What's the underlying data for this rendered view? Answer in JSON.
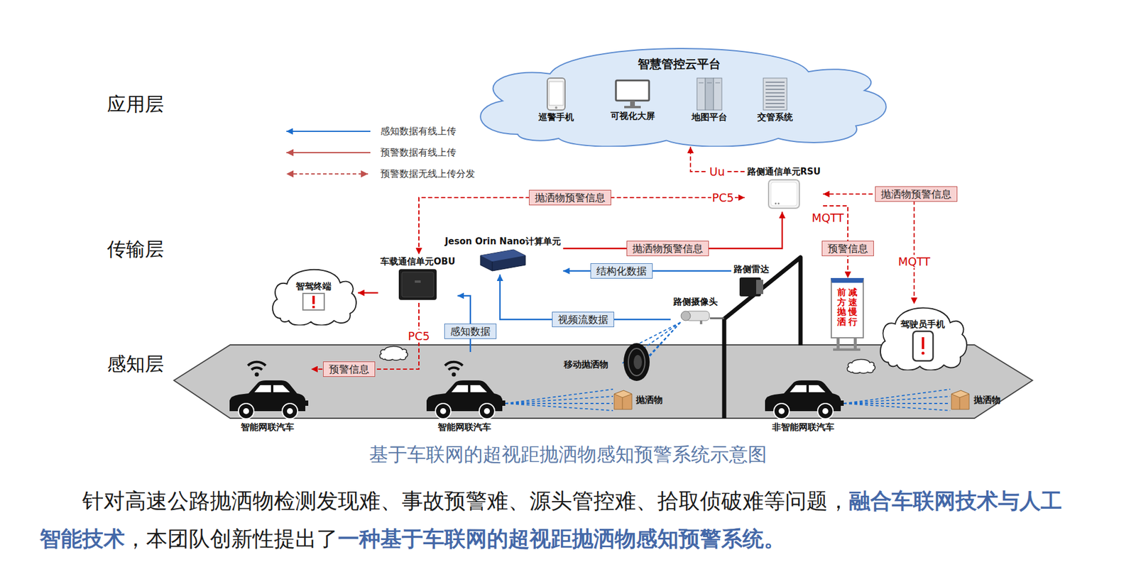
{
  "diagram": {
    "caption": "基于车联网的超视距抛洒物感知预警系统示意图",
    "nodes": [
      {
        "text": [
          "智慧管控云平台"
        ]
      },
      {
        "text": [
          "巡警手机"
        ],
        "in": 0
      },
      {
        "text": [
          "可视化大屏"
        ],
        "in": 0
      },
      {
        "text": [
          "地图平台"
        ],
        "in": 0
      },
      {
        "text": [
          "交管系统"
        ],
        "in": 0
      },
      {
        "text": [
          "路侧通信单元RSU"
        ]
      },
      {
        "text": [
          "Jeson Orin Nano计算单元"
        ]
      },
      {
        "text": [
          "车载通信单元OBU"
        ]
      },
      {
        "text": [
          "智驾终端"
        ]
      },
      {
        "text": [
          "路侧雷达"
        ]
      },
      {
        "text": [
          "路侧摄像头"
        ]
      },
      {
        "text": [
          "前方抛洒",
          "减速慢行"
        ]
      },
      {
        "text": [
          "驾驶员手机"
        ]
      },
      {
        "text": [
          "智能网联汽车"
        ]
      },
      {
        "text": [
          "智能网联汽车"
        ]
      },
      {
        "text": [
          "非智能网联汽车"
        ]
      }
    ],
    "edges": [
      {
        "from": 5,
        "to": 0,
        "arrow": "to",
        "label": "Uu"
      },
      {
        "from": 5,
        "to": 7,
        "arrow": "both",
        "label": "抛洒物预警信息"
      },
      {
        "from": 6,
        "to": 5,
        "arrow": "to",
        "label": "抛洒物预警信息"
      },
      {
        "from": 5,
        "to": 12,
        "arrow": "both",
        "label": "抛洒物预警信息"
      },
      {
        "from": 5,
        "to": 11,
        "arrow": "to",
        "label": "预警信息"
      },
      {
        "from": 9,
        "to": 6,
        "arrow": "to",
        "label": "结构化数据"
      },
      {
        "from": 10,
        "to": 6,
        "arrow": "to",
        "label": "视频流数据"
      },
      {
        "from": 7,
        "to": 8,
        "arrow": "to"
      },
      {
        "from": 14,
        "to": 7,
        "arrow": "to",
        "label": "感知数据"
      },
      {
        "from": 7,
        "to": 13,
        "arrow": "to",
        "label": "预警信息"
      }
    ],
    "labels": [
      "应用层",
      "传输层",
      "感知层",
      "PC5",
      "MQTT",
      "MQTT",
      "PC5",
      "移动抛洒物",
      "抛洒物",
      "抛洒物",
      "针对高速公路抛洒物检测发现难、事故预警难、源头管控难、拾取侦破难等问题，",
      "融合车联网技术与人工智能技术",
      "，本团队创新性提出了",
      "一种基于车联网的超视距抛洒物感知预警系统。"
    ],
    "legend": [
      {
        "text": "感知数据有线上传"
      },
      {
        "text": "预警数据有线上传"
      },
      {
        "text": "预警数据无线上传分发"
      }
    ]
  }
}
